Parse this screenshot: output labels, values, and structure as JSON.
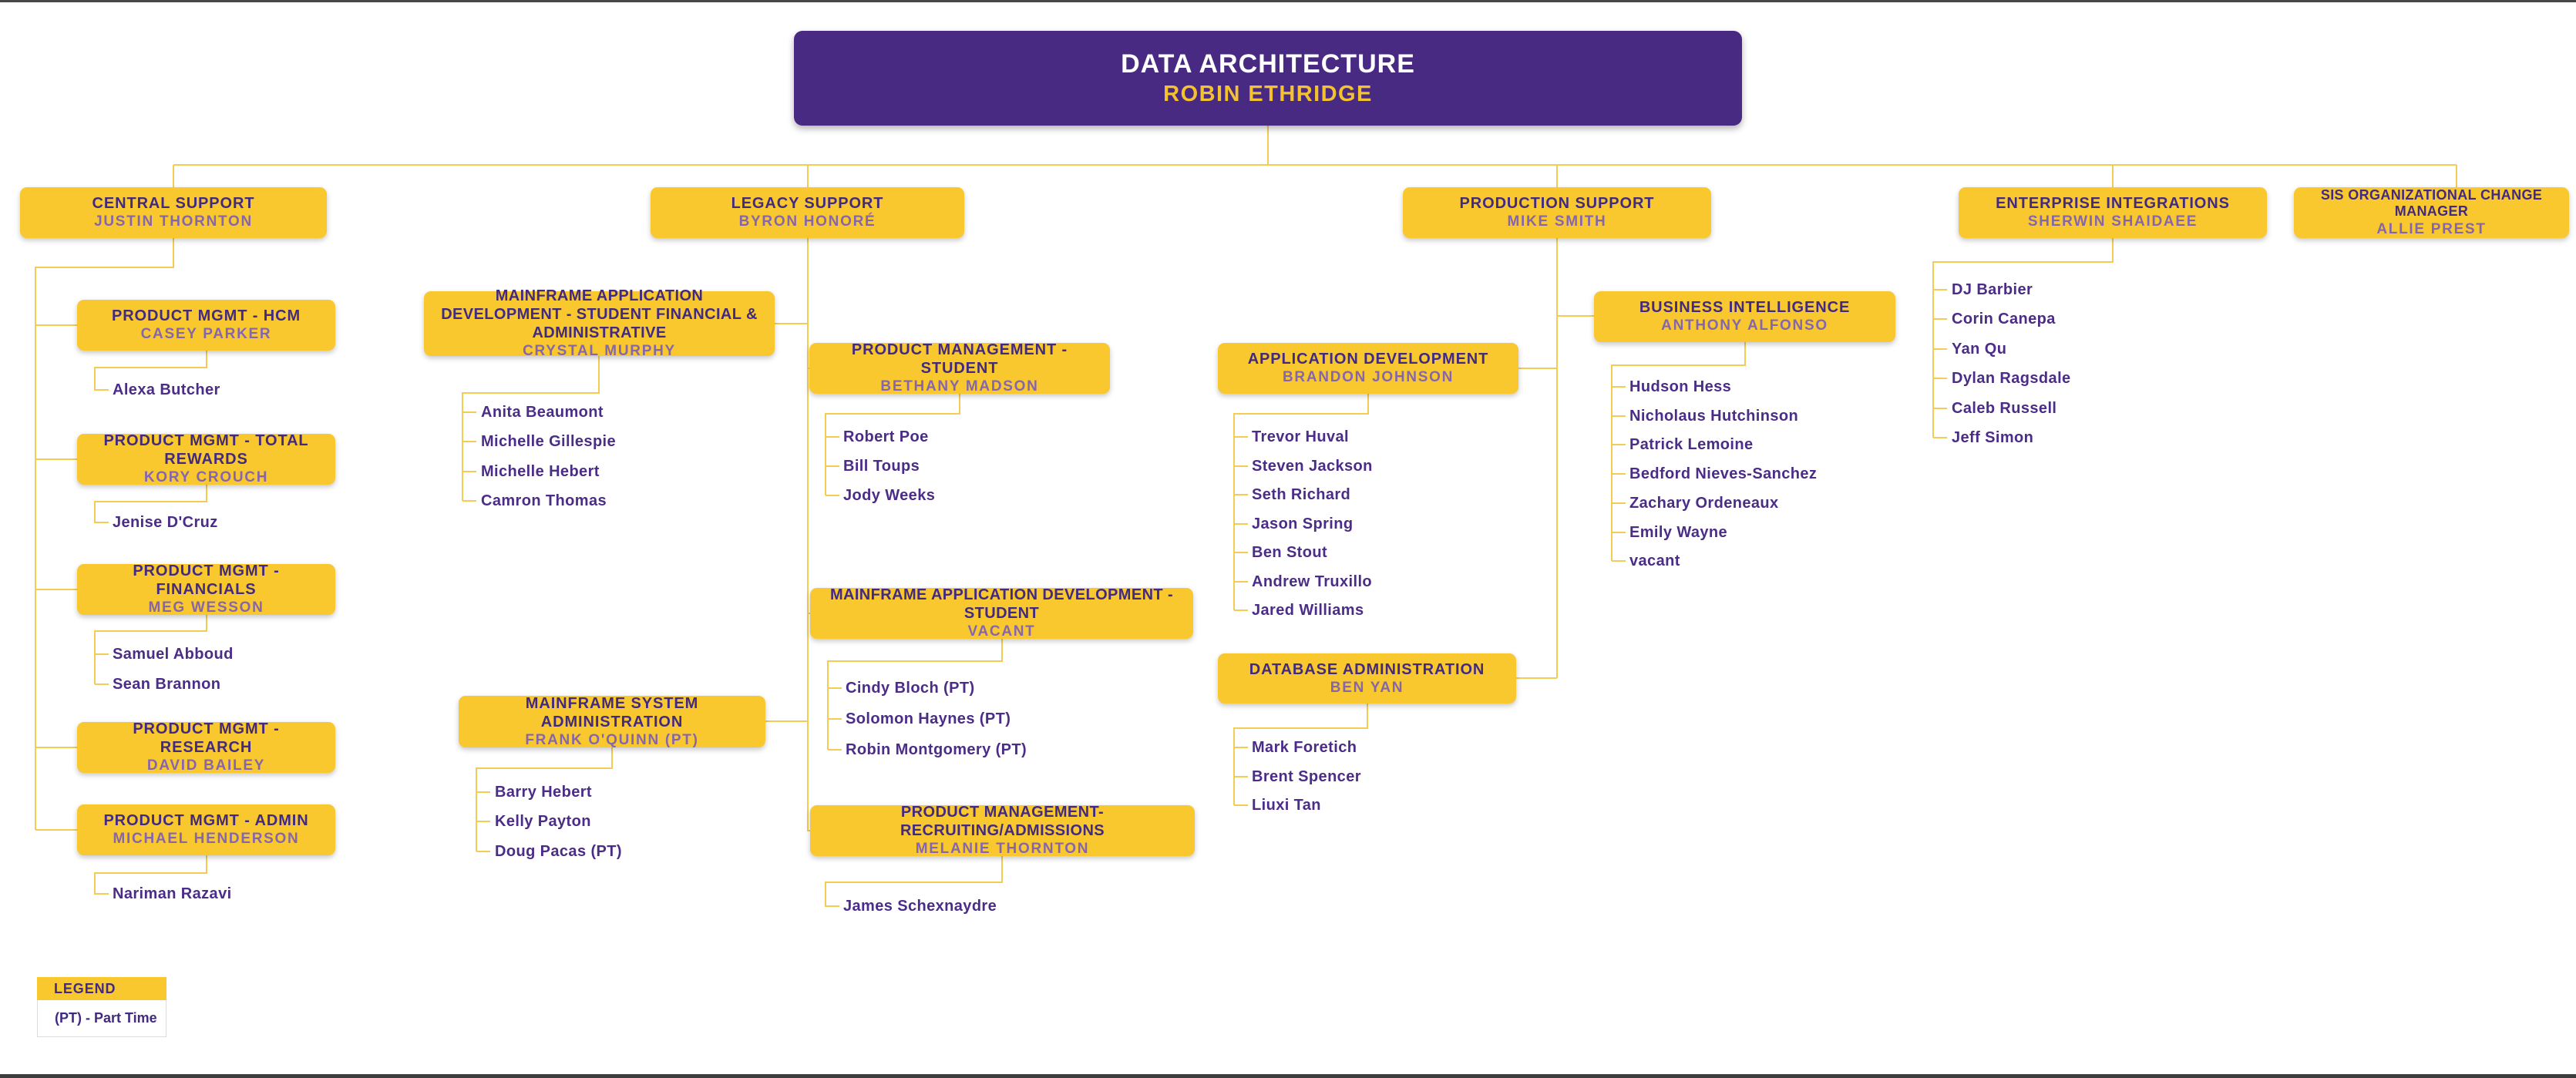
{
  "colors": {
    "header_purple": "#482a82",
    "box_yellow": "#f9c82f",
    "title_purple": "#412a80",
    "person_purple": "#8566ad",
    "member_purple": "#4b2c87",
    "header_name_gold": "#f4c12f",
    "connector_gold": "#f2cc55"
  },
  "legend": {
    "title": "LEGEND",
    "note": "(PT) - Part Time"
  },
  "tree": {
    "root": {
      "title": "DATA ARCHITECTURE",
      "person": "ROBIN ETHRIDGE"
    },
    "branches": [
      {
        "title": "CENTRAL SUPPORT",
        "person": "JUSTIN THORNTON",
        "children": [
          {
            "title": "PRODUCT MGMT - HCM",
            "person": "CASEY PARKER",
            "members": [
              "Alexa Butcher"
            ]
          },
          {
            "title": "PRODUCT MGMT - TOTAL REWARDS",
            "person": "KORY CROUCH",
            "members": [
              "Jenise D'Cruz"
            ]
          },
          {
            "title": "PRODUCT MGMT - FINANCIALS",
            "person": "MEG WESSON",
            "members": [
              "Samuel Abboud",
              "Sean Brannon"
            ]
          },
          {
            "title": "PRODUCT MGMT - RESEARCH",
            "person": "DAVID BAILEY",
            "members": []
          },
          {
            "title": "PRODUCT MGMT - ADMIN",
            "person": "MICHAEL HENDERSON",
            "members": [
              "Nariman Razavi"
            ]
          }
        ]
      },
      {
        "title": "LEGACY SUPPORT",
        "person": "BYRON HONORÉ",
        "children": [
          {
            "title": "MAINFRAME APPLICATION DEVELOPMENT - STUDENT FINANCIAL & ADMINISTRATIVE",
            "person": "CRYSTAL MURPHY",
            "members": [
              "Anita Beaumont",
              "Michelle Gillespie",
              "Michelle Hebert",
              "Camron Thomas"
            ]
          },
          {
            "title": "PRODUCT MANAGEMENT - STUDENT",
            "person": "BETHANY MADSON",
            "members": [
              "Robert Poe",
              "Bill Toups",
              "Jody Weeks"
            ]
          },
          {
            "title": "MAINFRAME APPLICATION DEVELOPMENT - STUDENT",
            "person": "VACANT",
            "members": [
              "Cindy Bloch (PT)",
              "Solomon Haynes (PT)",
              "Robin Montgomery (PT)"
            ]
          },
          {
            "title": "MAINFRAME SYSTEM ADMINISTRATION",
            "person": "FRANK O'QUINN (PT)",
            "members": [
              "Barry Hebert",
              "Kelly Payton",
              "Doug Pacas (PT)"
            ]
          },
          {
            "title": "PRODUCT MANAGEMENT- RECRUITING/ADMISSIONS",
            "person": "MELANIE THORNTON",
            "members": [
              "James Schexnaydre"
            ]
          }
        ]
      },
      {
        "title": "PRODUCTION SUPPORT",
        "person": "MIKE SMITH",
        "children": [
          {
            "title": "APPLICATION DEVELOPMENT",
            "person": "BRANDON JOHNSON",
            "members": [
              "Trevor Huval",
              "Steven Jackson",
              "Seth Richard",
              "Jason Spring",
              "Ben Stout",
              "Andrew Truxillo",
              "Jared Williams"
            ]
          },
          {
            "title": "BUSINESS INTELLIGENCE",
            "person": "ANTHONY ALFONSO",
            "members": [
              "Hudson Hess",
              "Nicholaus Hutchinson",
              "Patrick Lemoine",
              "Bedford Nieves-Sanchez",
              "Zachary Ordeneaux",
              "Emily Wayne",
              "vacant"
            ]
          },
          {
            "title": "DATABASE ADMINISTRATION",
            "person": "BEN YAN",
            "members": [
              "Mark Foretich",
              "Brent Spencer",
              "Liuxi Tan"
            ]
          }
        ]
      },
      {
        "title": "ENTERPRISE INTEGRATIONS",
        "person": "SHERWIN SHAIDAEE",
        "members": [
          "DJ Barbier",
          "Corin Canepa",
          "Yan Qu",
          "Dylan Ragsdale",
          "Caleb Russell",
          "Jeff Simon"
        ]
      },
      {
        "title": "SIS ORGANIZATIONAL CHANGE MANAGER",
        "person": "ALLIE PREST",
        "members": []
      }
    ]
  }
}
